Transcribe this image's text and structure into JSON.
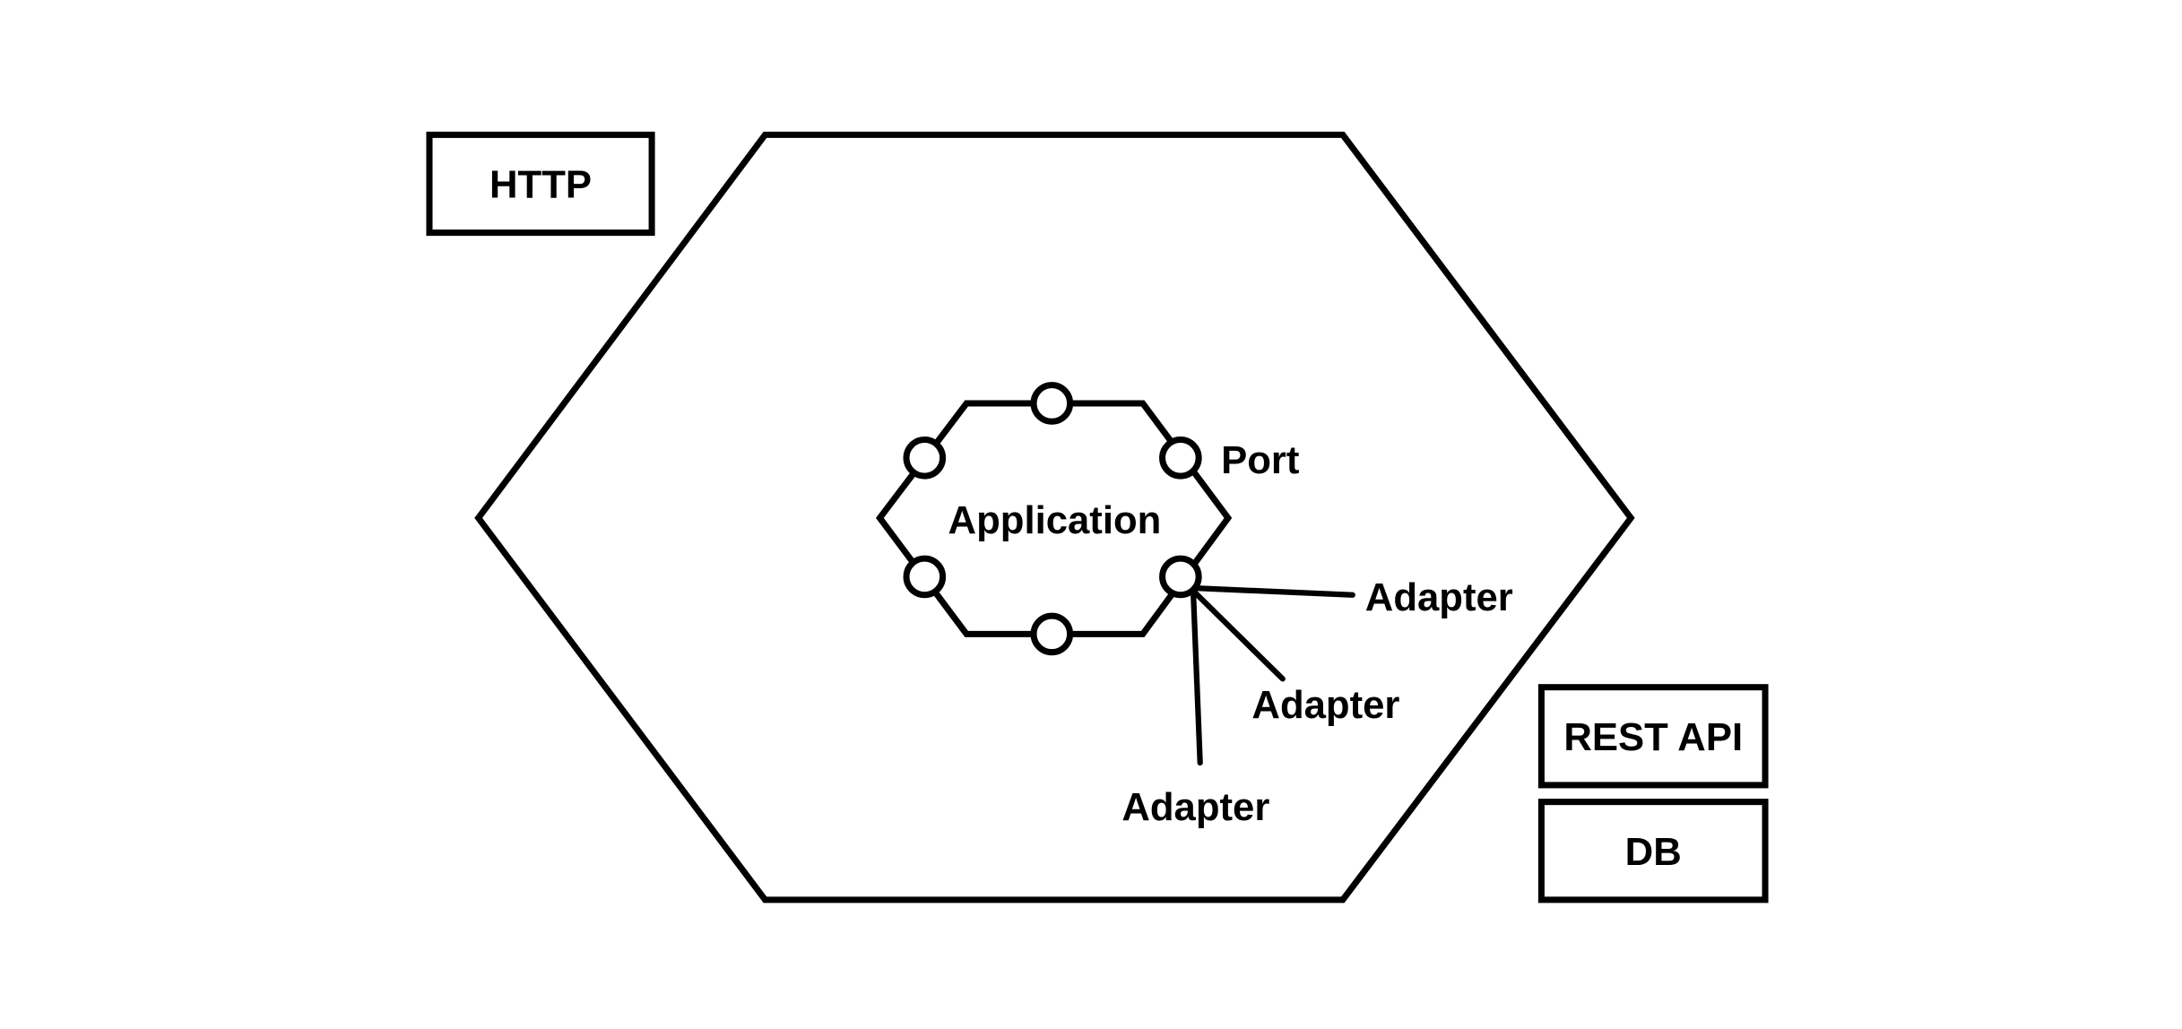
{
  "diagram": {
    "outer_boxes": {
      "http": "HTTP",
      "rest_api": "REST API",
      "db": "DB"
    },
    "application_label": "Application",
    "port_label": "Port",
    "adapters": [
      "Adapter",
      "Adapter",
      "Adapter"
    ],
    "port_count": 6,
    "colors": {
      "stroke": "#000000",
      "background": "#ffffff"
    }
  }
}
